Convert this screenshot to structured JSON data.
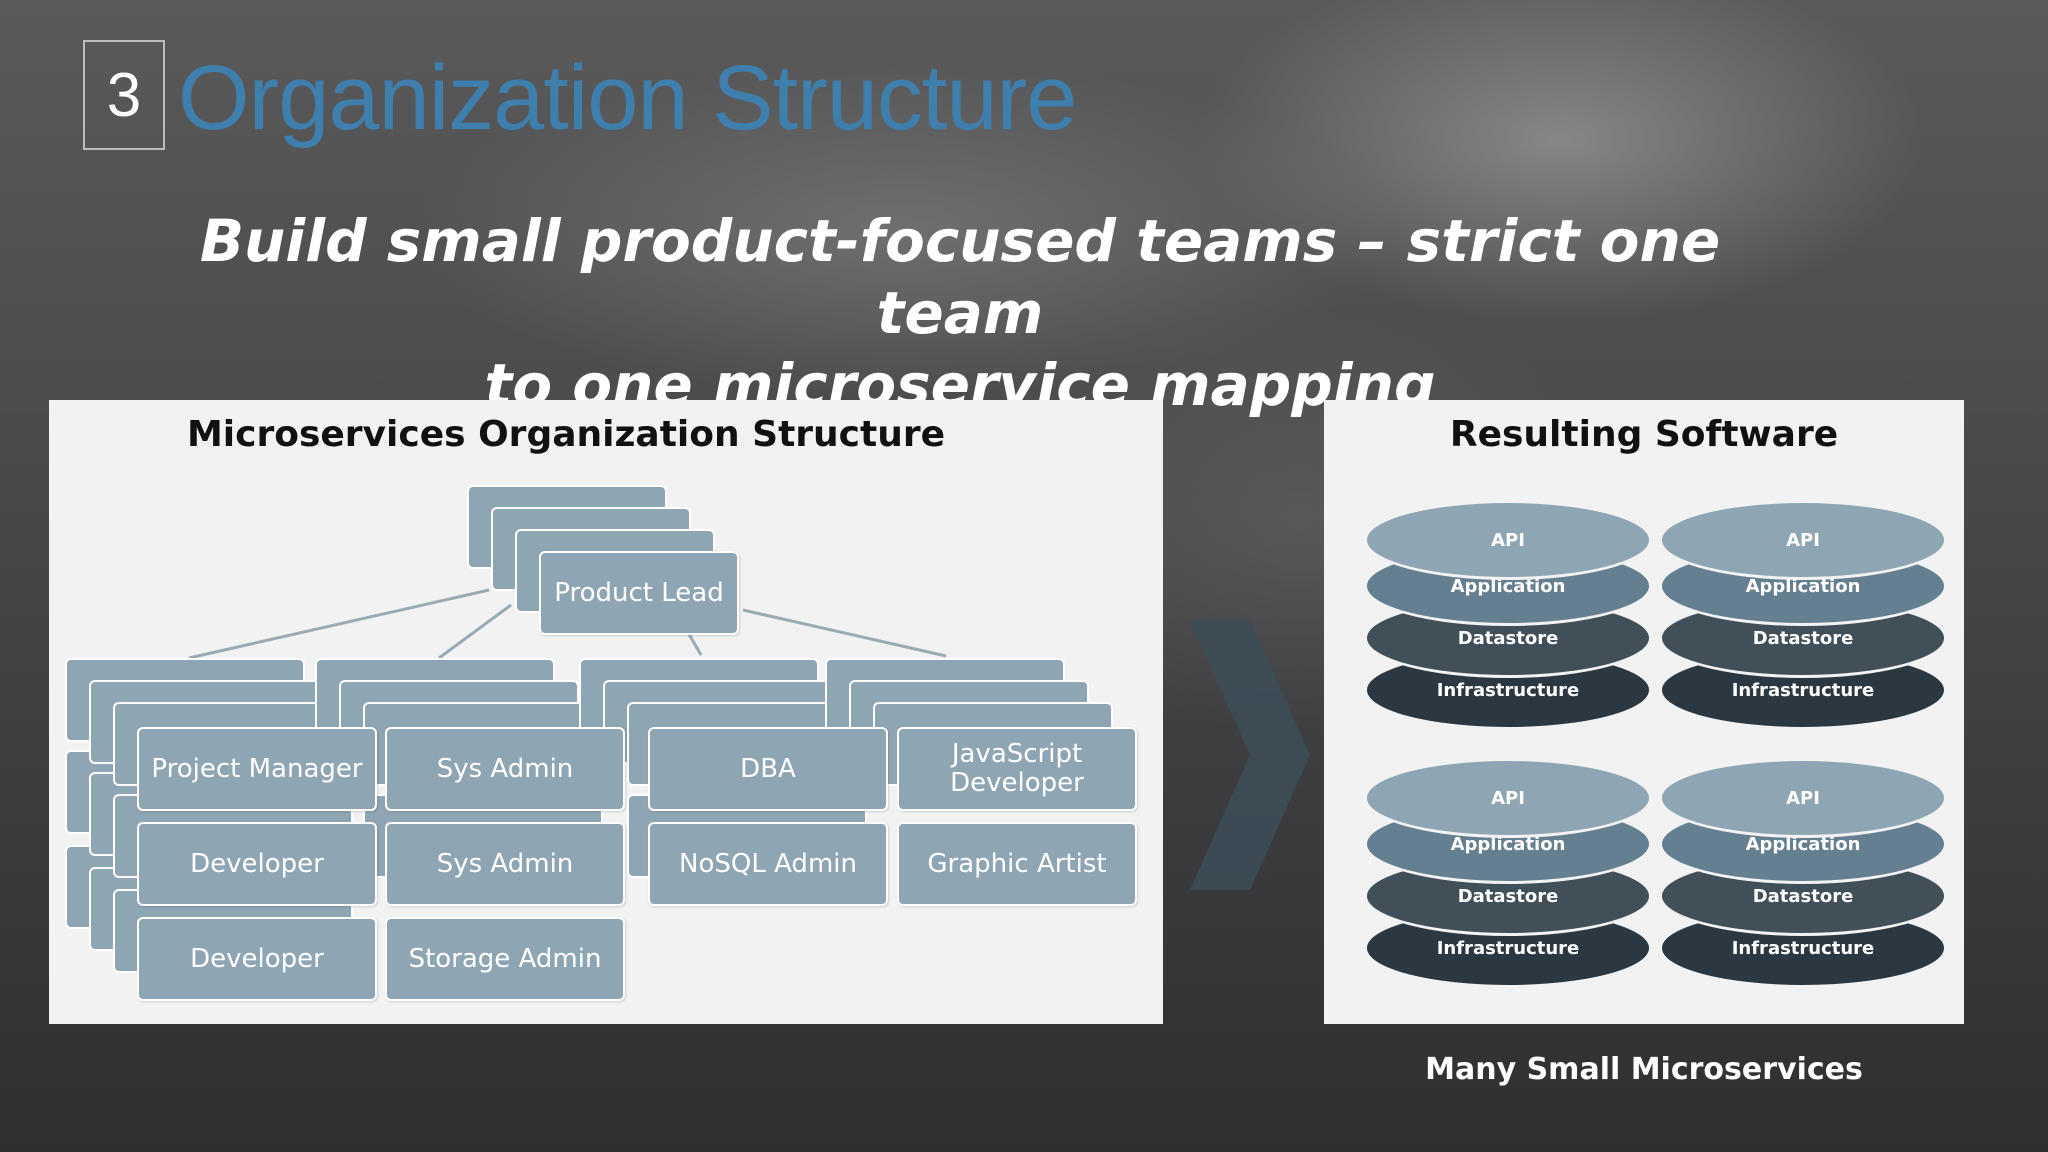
{
  "slide": {
    "number": "3",
    "title": "Organization Structure",
    "subtitle_line1": "Build small product-focused teams – strict one team",
    "subtitle_line2": "to one microservice mapping"
  },
  "org_panel": {
    "heading": "Microservices Organization Structure",
    "product_lead": "Product Lead",
    "roles": [
      "Project Manager",
      "Sys Admin",
      "DBA",
      "JavaScript Developer",
      "Developer",
      "Sys Admin",
      "NoSQL Admin",
      "Graphic Artist",
      "Developer",
      "Storage Admin"
    ]
  },
  "software_panel": {
    "heading": "Resulting Software",
    "stacks": [
      {
        "layers": [
          "API",
          "Application",
          "Datastore",
          "Infrastructure"
        ]
      },
      {
        "layers": [
          "API",
          "Application",
          "Datastore",
          "Infrastructure"
        ]
      },
      {
        "layers": [
          "API",
          "Application",
          "Datastore",
          "Infrastructure"
        ]
      },
      {
        "layers": [
          "API",
          "Application",
          "Datastore",
          "Infrastructure"
        ]
      }
    ],
    "caption": "Many Small Microservices"
  },
  "colors": {
    "title": "#3f7fae",
    "card": "#8ea6b3",
    "api_layer": "#8ea6b3",
    "application_layer": "#637f90",
    "datastore_layer": "#414f59",
    "infrastructure_layer": "#2c3841",
    "arrow": "#3d4d58"
  }
}
